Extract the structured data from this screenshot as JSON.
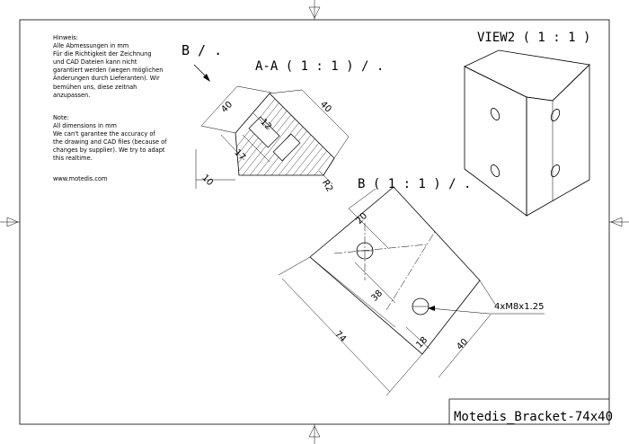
{
  "notes": {
    "german": "Hinweis:\nAlle Abmessungen in mm\nFür die Richtigkeit der Zeichnung\nund CAD Dateien kann nicht\ngarantiert werden (wegen möglichen\nÄnderungen durch Lieferanten). Wir\nbemühen uns, diese zeitnah\nanzupassen.",
    "english": "Note:\nAll dimensions in mm\nWe can't garantee the accuracy of\nthe drawing and CAD files (because of\nchanges by supplier). We try to adapt\nthis realtime.",
    "website": "www.motedis.com"
  },
  "views": {
    "detail_marker": "B / .",
    "section_title": "A-A ( 1 : 1 ) / .",
    "detail_title": "B ( 1 : 1 ) / .",
    "iso_title": "VIEW2 ( 1 : 1 )"
  },
  "section_dims": {
    "leg_left": "40",
    "leg_right": "40",
    "d12": "12",
    "d17": "17",
    "d10": "10",
    "radius": "R2"
  },
  "detail_dims": {
    "d20": "20",
    "d38": "38",
    "d74": "74",
    "d18": "18",
    "d40": "40",
    "thread": "4xM8x1.25"
  },
  "title_block": {
    "part_name": "Motedis_Bracket-74x40"
  }
}
